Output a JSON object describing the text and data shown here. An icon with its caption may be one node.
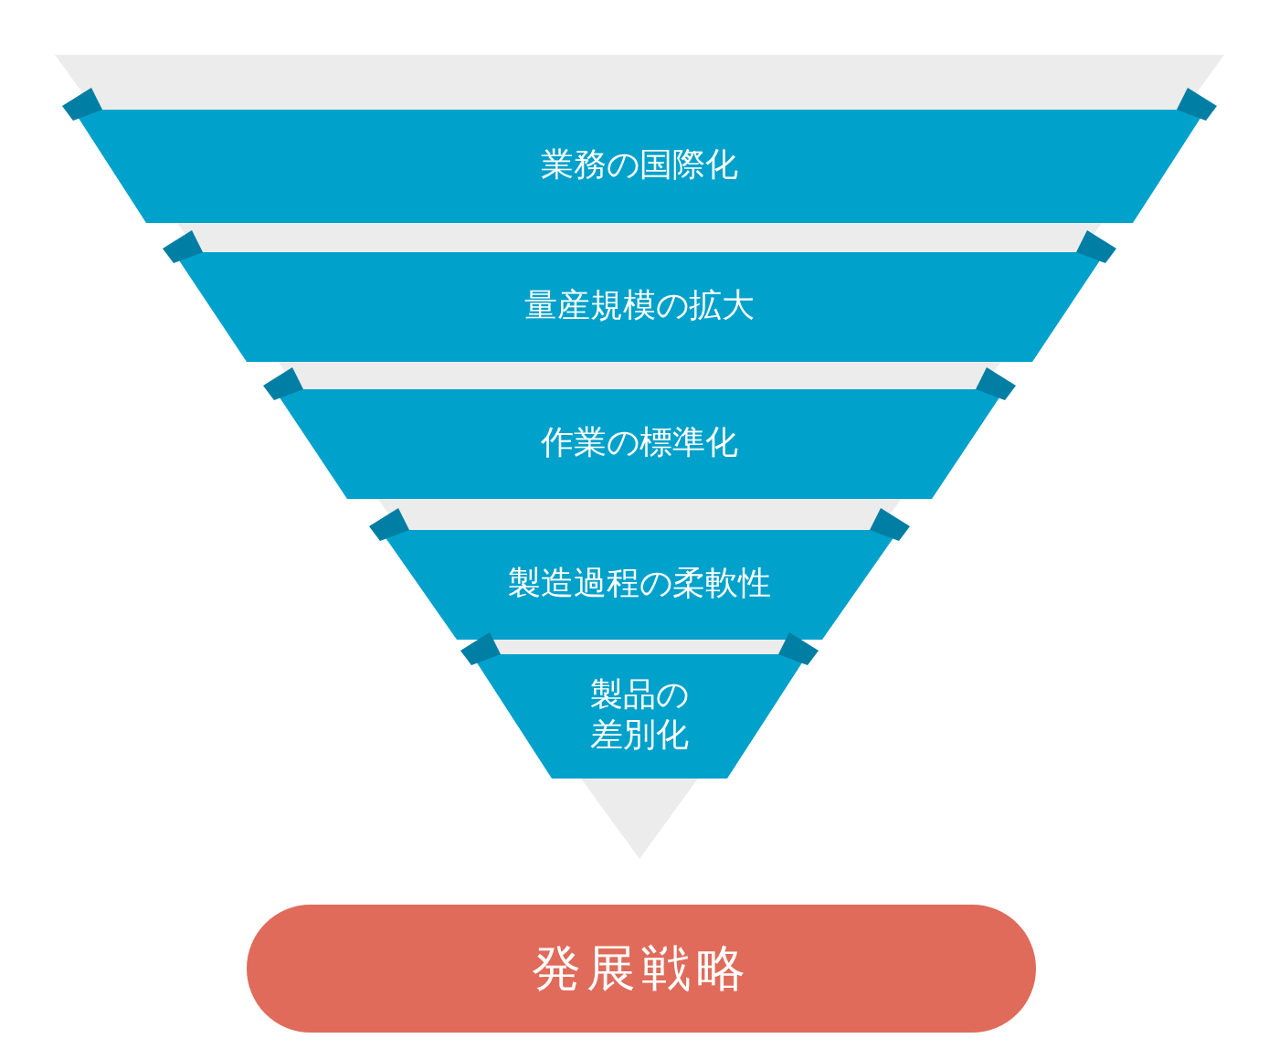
{
  "diagram": {
    "nodes": [
      {
        "text": [
          "業務の国際化"
        ]
      },
      {
        "text": [
          "量産規模の拡大"
        ]
      },
      {
        "text": [
          "作業の標準化"
        ]
      },
      {
        "text": [
          "製造過程の柔軟性"
        ]
      },
      {
        "text": [
          "製品の差別化"
        ]
      },
      {
        "text": [
          "発展戦略"
        ]
      }
    ]
  }
}
